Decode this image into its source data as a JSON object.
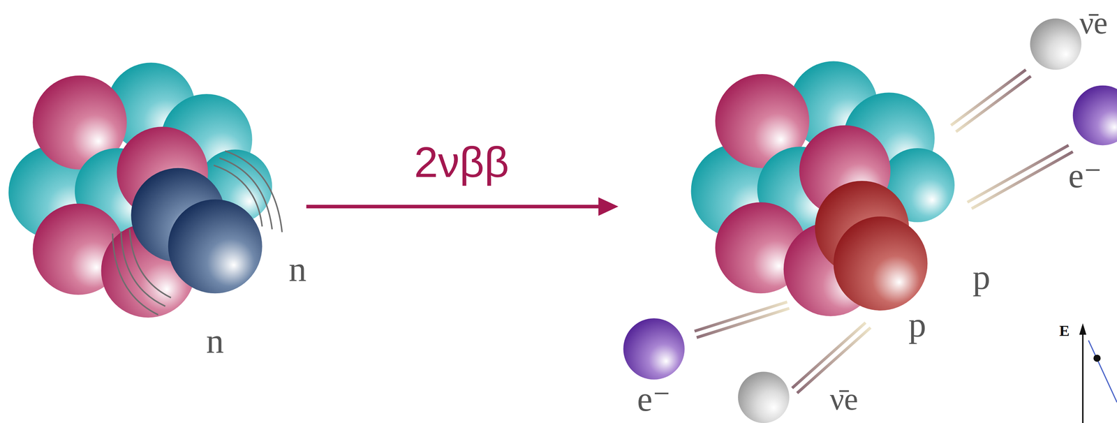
{
  "diagram": {
    "labels": [
      "2νββ",
      "n",
      "n",
      "p",
      "p",
      "ν̄e",
      "e⁻",
      "e⁻",
      "ν̄e",
      "E"
    ]
  }
}
